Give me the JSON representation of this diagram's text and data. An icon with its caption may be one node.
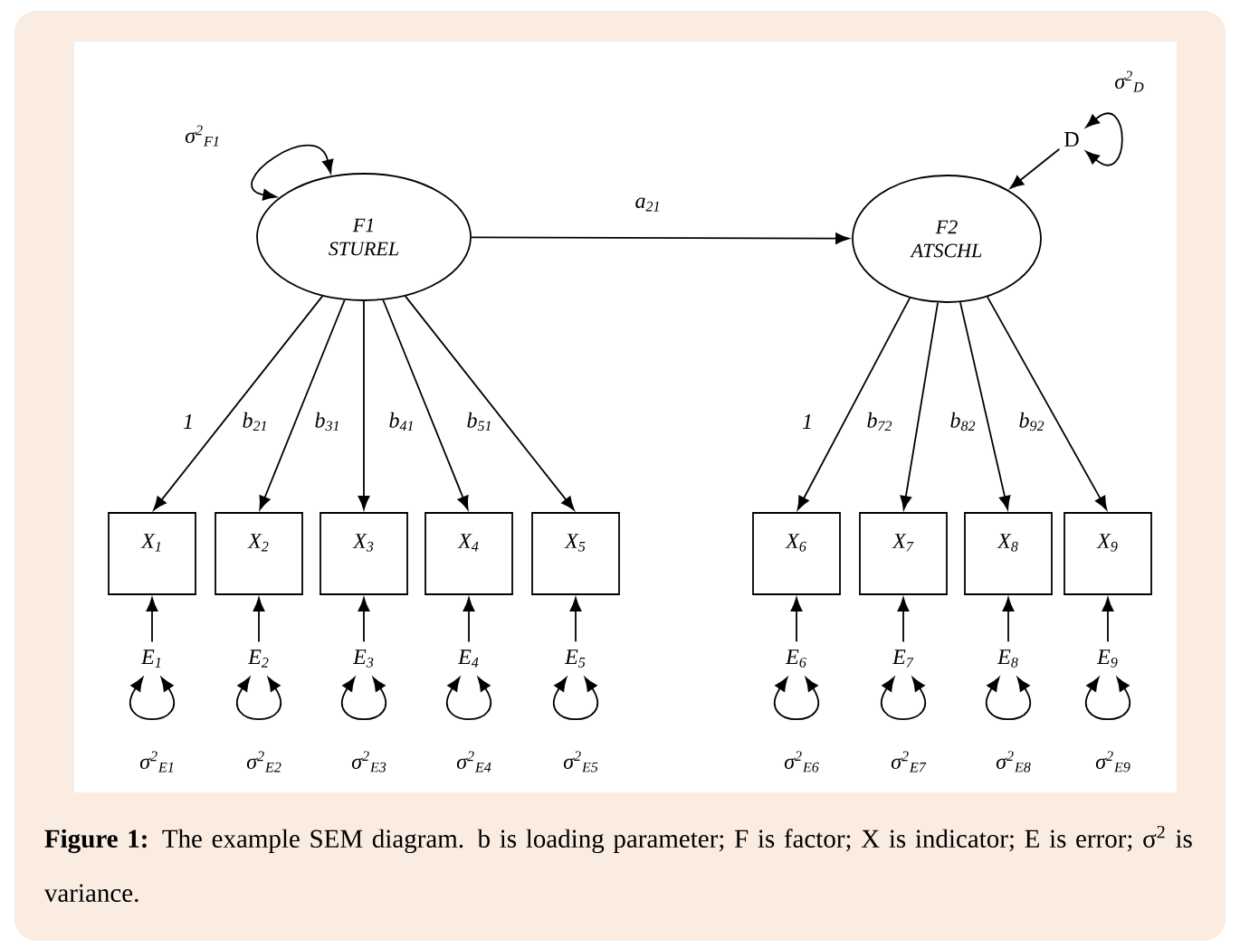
{
  "diagram": {
    "caption": "**Figure 1:** The example SEM diagram. b is loading parameter; F is factor; X is indicator; E is error; σ$^{2}$ is variance.",
    "nodes": [
      {
        "text": [
          "F1 STUREL"
        ]
      },
      {
        "text": [
          "F2 ATSCHL"
        ]
      },
      {
        "text": [
          "D"
        ]
      },
      {
        "text": [
          "X$_{1}$"
        ]
      },
      {
        "text": [
          "X$_{2}$"
        ]
      },
      {
        "text": [
          "X$_{3}$"
        ]
      },
      {
        "text": [
          "X$_{4}$"
        ]
      },
      {
        "text": [
          "X$_{5}$"
        ]
      },
      {
        "text": [
          "X$_{6}$"
        ]
      },
      {
        "text": [
          "X$_{7}$"
        ]
      },
      {
        "text": [
          "X$_{8}$"
        ]
      },
      {
        "text": [
          "X$_{9}$"
        ]
      },
      {
        "text": [
          "E$_{1}$"
        ]
      },
      {
        "text": [
          "E$_{2}$"
        ]
      },
      {
        "text": [
          "E$_{3}$"
        ]
      },
      {
        "text": [
          "E$_{4}$"
        ]
      },
      {
        "text": [
          "E$_{5}$"
        ]
      },
      {
        "text": [
          "E$_{6}$"
        ]
      },
      {
        "text": [
          "E$_{7}$"
        ]
      },
      {
        "text": [
          "E$_{8}$"
        ]
      },
      {
        "text": [
          "E$_{9}$"
        ]
      }
    ],
    "edges": [
      {
        "from": 0,
        "to": 1,
        "arrow": "to",
        "label": "a$_{21}$"
      },
      {
        "from": 2,
        "to": 1,
        "arrow": "to"
      },
      {
        "from": 0,
        "to": 3,
        "arrow": "to",
        "label": "1"
      },
      {
        "from": 0,
        "to": 4,
        "arrow": "to",
        "label": "b$_{21}$"
      },
      {
        "from": 0,
        "to": 5,
        "arrow": "to",
        "label": "b$_{31}$"
      },
      {
        "from": 0,
        "to": 6,
        "arrow": "to",
        "label": "b$_{41}$"
      },
      {
        "from": 0,
        "to": 7,
        "arrow": "to",
        "label": "b$_{51}$"
      },
      {
        "from": 1,
        "to": 8,
        "arrow": "to",
        "label": "1"
      },
      {
        "from": 1,
        "to": 9,
        "arrow": "to",
        "label": "b$_{72}$"
      },
      {
        "from": 1,
        "to": 10,
        "arrow": "to",
        "label": "b$_{82}$"
      },
      {
        "from": 1,
        "to": 11,
        "arrow": "to",
        "label": "b$_{92}$"
      },
      {
        "from": 12,
        "to": 3,
        "arrow": "to"
      },
      {
        "from": 13,
        "to": 4,
        "arrow": "to"
      },
      {
        "from": 14,
        "to": 5,
        "arrow": "to"
      },
      {
        "from": 15,
        "to": 6,
        "arrow": "to"
      },
      {
        "from": 16,
        "to": 7,
        "arrow": "to"
      },
      {
        "from": 17,
        "to": 8,
        "arrow": "to"
      },
      {
        "from": 18,
        "to": 9,
        "arrow": "to"
      },
      {
        "from": 19,
        "to": 10,
        "arrow": "to"
      },
      {
        "from": 20,
        "to": 11,
        "arrow": "to"
      },
      {
        "from": 0,
        "to": 0,
        "arrow": "both",
        "label": "σ$^{2}$$_{F1}$"
      },
      {
        "from": 2,
        "to": 2,
        "arrow": "both",
        "label": "σ$^{2}$$_{D}$"
      },
      {
        "from": 12,
        "to": 12,
        "arrow": "both",
        "label": "σ$^{2}$$_{E1}$"
      },
      {
        "from": 13,
        "to": 13,
        "arrow": "both",
        "label": "σ$^{2}$$_{E2}$"
      },
      {
        "from": 14,
        "to": 14,
        "arrow": "both",
        "label": "σ$^{2}$$_{E3}$"
      },
      {
        "from": 15,
        "to": 15,
        "arrow": "both",
        "label": "σ$^{2}$$_{E4}$"
      },
      {
        "from": 16,
        "to": 16,
        "arrow": "both",
        "label": "σ$^{2}$$_{E5}$"
      },
      {
        "from": 17,
        "to": 17,
        "arrow": "both",
        "label": "σ$^{2}$$_{E6}$"
      },
      {
        "from": 18,
        "to": 18,
        "arrow": "both",
        "label": "σ$^{2}$$_{E7}$"
      },
      {
        "from": 19,
        "to": 19,
        "arrow": "both",
        "label": "σ$^{2}$$_{E8}$"
      },
      {
        "from": 20,
        "to": 20,
        "arrow": "both",
        "label": "σ$^{2}$$_{E9}$"
      }
    ]
  }
}
